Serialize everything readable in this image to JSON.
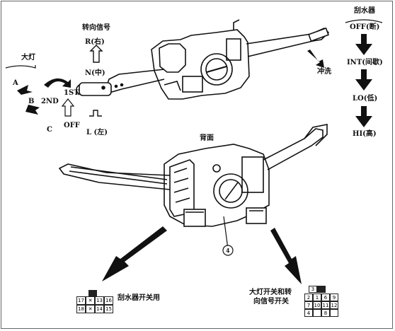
{
  "labels": {
    "headlight": "大灯",
    "pos_a": "A",
    "pos_b": "B",
    "pos_c": "C",
    "pos_2nd": "2ND",
    "pos_1st": "1ST",
    "pos_off": "OFF",
    "turn_signal": "转向信号",
    "turn_r": "R(右)",
    "turn_n": "N(中)",
    "turn_l": "L (左)",
    "wiper": "刮水器",
    "wiper_off": "OFF(断)",
    "wiper_int": "INT(间歇)",
    "wiper_lo": "LO(低)",
    "wiper_hi": "HI(高)",
    "washer": "冲洗",
    "back_view": "背面",
    "callout_4": "4",
    "wiper_switch": "刮水器开关用",
    "headlight_turn_switch_1": "大灯开关和转",
    "headlight_turn_switch_2": "向信号开关"
  },
  "left_connector": {
    "top_pins": [
      "",
      "",
      ""
    ],
    "rows": [
      [
        "17",
        "",
        "13",
        "16"
      ],
      [
        "18",
        "",
        "14",
        "15"
      ]
    ]
  },
  "right_connector": {
    "top_pins": [
      "3",
      ""
    ],
    "rows": [
      [
        "2",
        "1",
        "6",
        "9"
      ],
      [
        "7",
        "10",
        "11",
        "12"
      ],
      [
        "4",
        "",
        "8",
        ""
      ]
    ]
  }
}
